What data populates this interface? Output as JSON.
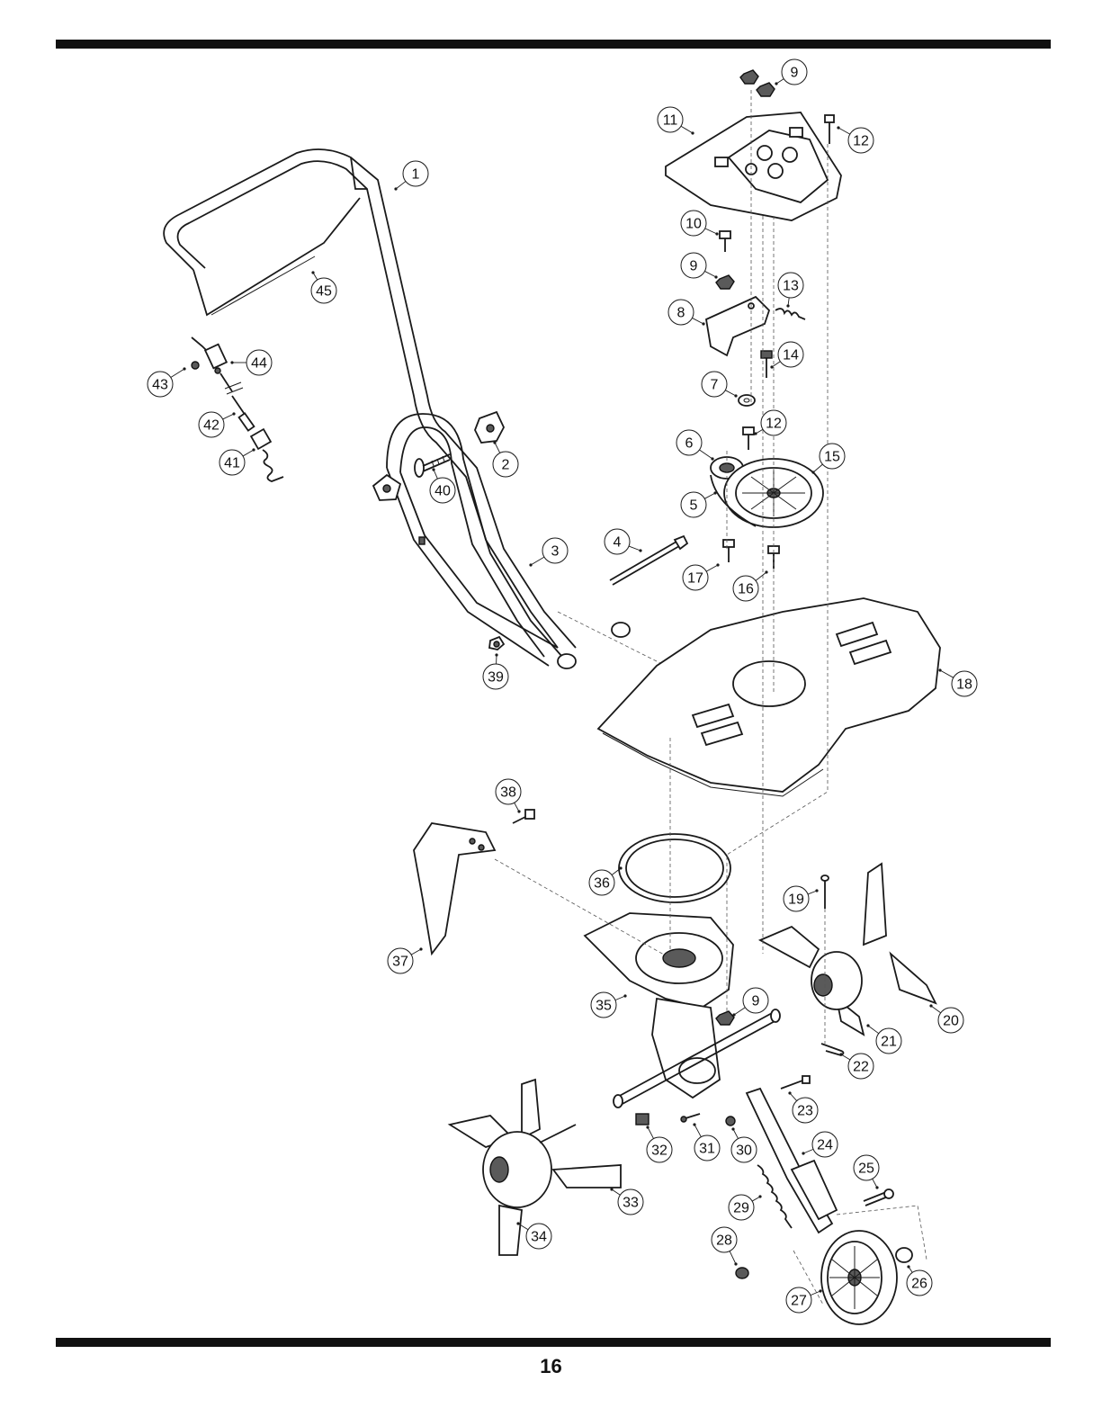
{
  "page": {
    "number": "16"
  },
  "colors": {
    "ink": "#1a1a1a",
    "bar": "#111111",
    "background": "#ffffff"
  },
  "callouts": [
    {
      "id": "1",
      "label": "1"
    },
    {
      "id": "2",
      "label": "2"
    },
    {
      "id": "3",
      "label": "3"
    },
    {
      "id": "4",
      "label": "4"
    },
    {
      "id": "5",
      "label": "5"
    },
    {
      "id": "6",
      "label": "6"
    },
    {
      "id": "7",
      "label": "7"
    },
    {
      "id": "8",
      "label": "8"
    },
    {
      "id": "9a",
      "label": "9"
    },
    {
      "id": "9b",
      "label": "9"
    },
    {
      "id": "9c",
      "label": "9"
    },
    {
      "id": "10",
      "label": "10"
    },
    {
      "id": "11",
      "label": "11"
    },
    {
      "id": "12a",
      "label": "12"
    },
    {
      "id": "12b",
      "label": "12"
    },
    {
      "id": "13",
      "label": "13"
    },
    {
      "id": "14",
      "label": "14"
    },
    {
      "id": "15",
      "label": "15"
    },
    {
      "id": "16",
      "label": "16"
    },
    {
      "id": "17",
      "label": "17"
    },
    {
      "id": "18",
      "label": "18"
    },
    {
      "id": "19",
      "label": "19"
    },
    {
      "id": "20",
      "label": "20"
    },
    {
      "id": "21",
      "label": "21"
    },
    {
      "id": "22",
      "label": "22"
    },
    {
      "id": "23",
      "label": "23"
    },
    {
      "id": "24",
      "label": "24"
    },
    {
      "id": "25",
      "label": "25"
    },
    {
      "id": "26",
      "label": "26"
    },
    {
      "id": "27",
      "label": "27"
    },
    {
      "id": "28",
      "label": "28"
    },
    {
      "id": "29",
      "label": "29"
    },
    {
      "id": "30",
      "label": "30"
    },
    {
      "id": "31",
      "label": "31"
    },
    {
      "id": "32",
      "label": "32"
    },
    {
      "id": "33",
      "label": "33"
    },
    {
      "id": "34",
      "label": "34"
    },
    {
      "id": "35",
      "label": "35"
    },
    {
      "id": "36",
      "label": "36"
    },
    {
      "id": "37",
      "label": "37"
    },
    {
      "id": "38",
      "label": "38"
    },
    {
      "id": "39",
      "label": "39"
    },
    {
      "id": "40",
      "label": "40"
    },
    {
      "id": "41",
      "label": "41"
    },
    {
      "id": "42",
      "label": "42"
    },
    {
      "id": "43",
      "label": "43"
    },
    {
      "id": "44",
      "label": "44"
    },
    {
      "id": "45",
      "label": "45"
    }
  ]
}
